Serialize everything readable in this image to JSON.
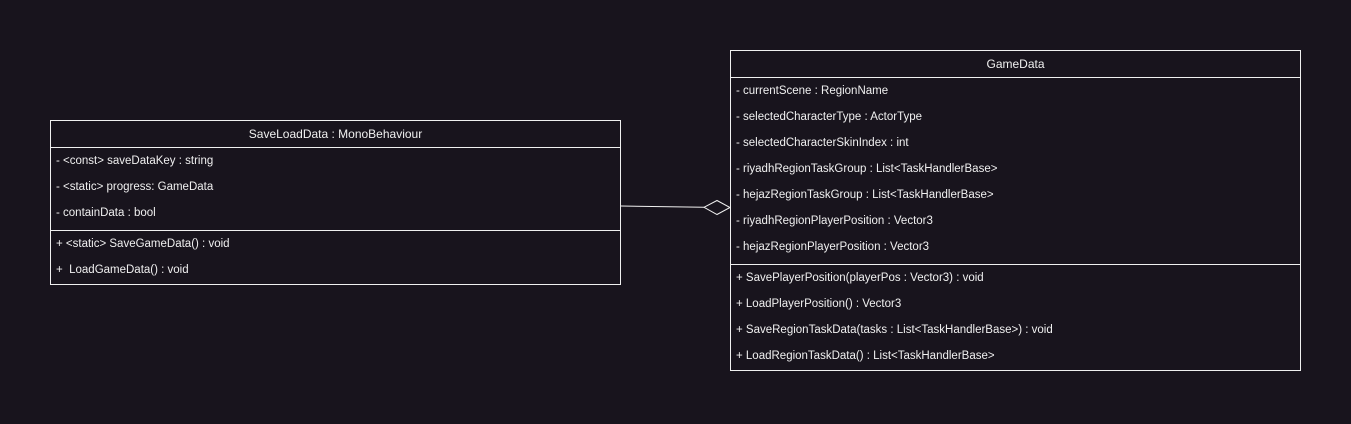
{
  "classes": {
    "save_load": {
      "title": "SaveLoadData : MonoBehaviour",
      "attributes": [
        "- <const> saveDataKey : string",
        "- <static> progress: GameData",
        "- containData : bool"
      ],
      "methods": [
        "+ <static> SaveGameData() : void",
        "+  LoadGameData() : void"
      ]
    },
    "game_data": {
      "title": "GameData",
      "attributes": [
        "- currentScene : RegionName",
        "- selectedCharacterType : ActorType",
        "- selectedCharacterSkinIndex : int",
        "- riyadhRegionTaskGroup : List<TaskHandlerBase>",
        "- hejazRegionTaskGroup : List<TaskHandlerBase>",
        "- riyadhRegionPlayerPosition : Vector3",
        "- hejazRegionPlayerPosition : Vector3"
      ],
      "methods": [
        "+ SavePlayerPosition(playerPos : Vector3) : void",
        "+ LoadPlayerPosition() : Vector3",
        "+ SaveRegionTaskData(tasks : List<TaskHandlerBase>) : void",
        "+ LoadRegionTaskData() : List<TaskHandlerBase>"
      ]
    }
  },
  "relationship": {
    "type": "aggregation",
    "from": "save_load",
    "to": "game_data"
  },
  "colors": {
    "background": "#18141d",
    "stroke": "#f0f0f0"
  }
}
